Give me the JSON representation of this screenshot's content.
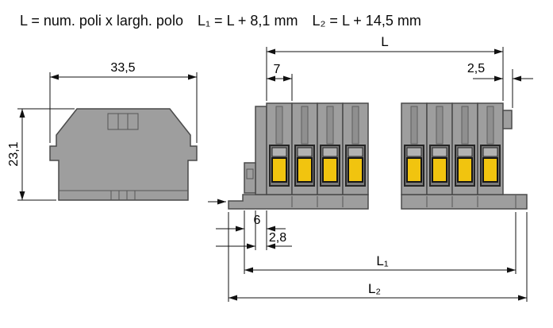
{
  "title": {
    "formula_l": "L = num. poli x largh. polo",
    "formula_l1": "L₁ = L + 8,1 mm",
    "formula_l2": "L₂ = L + 14,5 mm"
  },
  "side_view": {
    "width_mm": "33,5",
    "height_mm": "23,1"
  },
  "front_view": {
    "poles_visible": 8,
    "overall_label": "L",
    "pole_pitch_mm": "7",
    "end_offset_mm": "2,5",
    "foot_offset_mm": "6",
    "plate_offset_mm": "2,8",
    "l1_label": "L₁",
    "l2_label": "L₂"
  },
  "colors": {
    "body_gray": "#9e9e9e",
    "clamp_yellow": "#f1c40f",
    "outline": "#4a4a4a"
  }
}
